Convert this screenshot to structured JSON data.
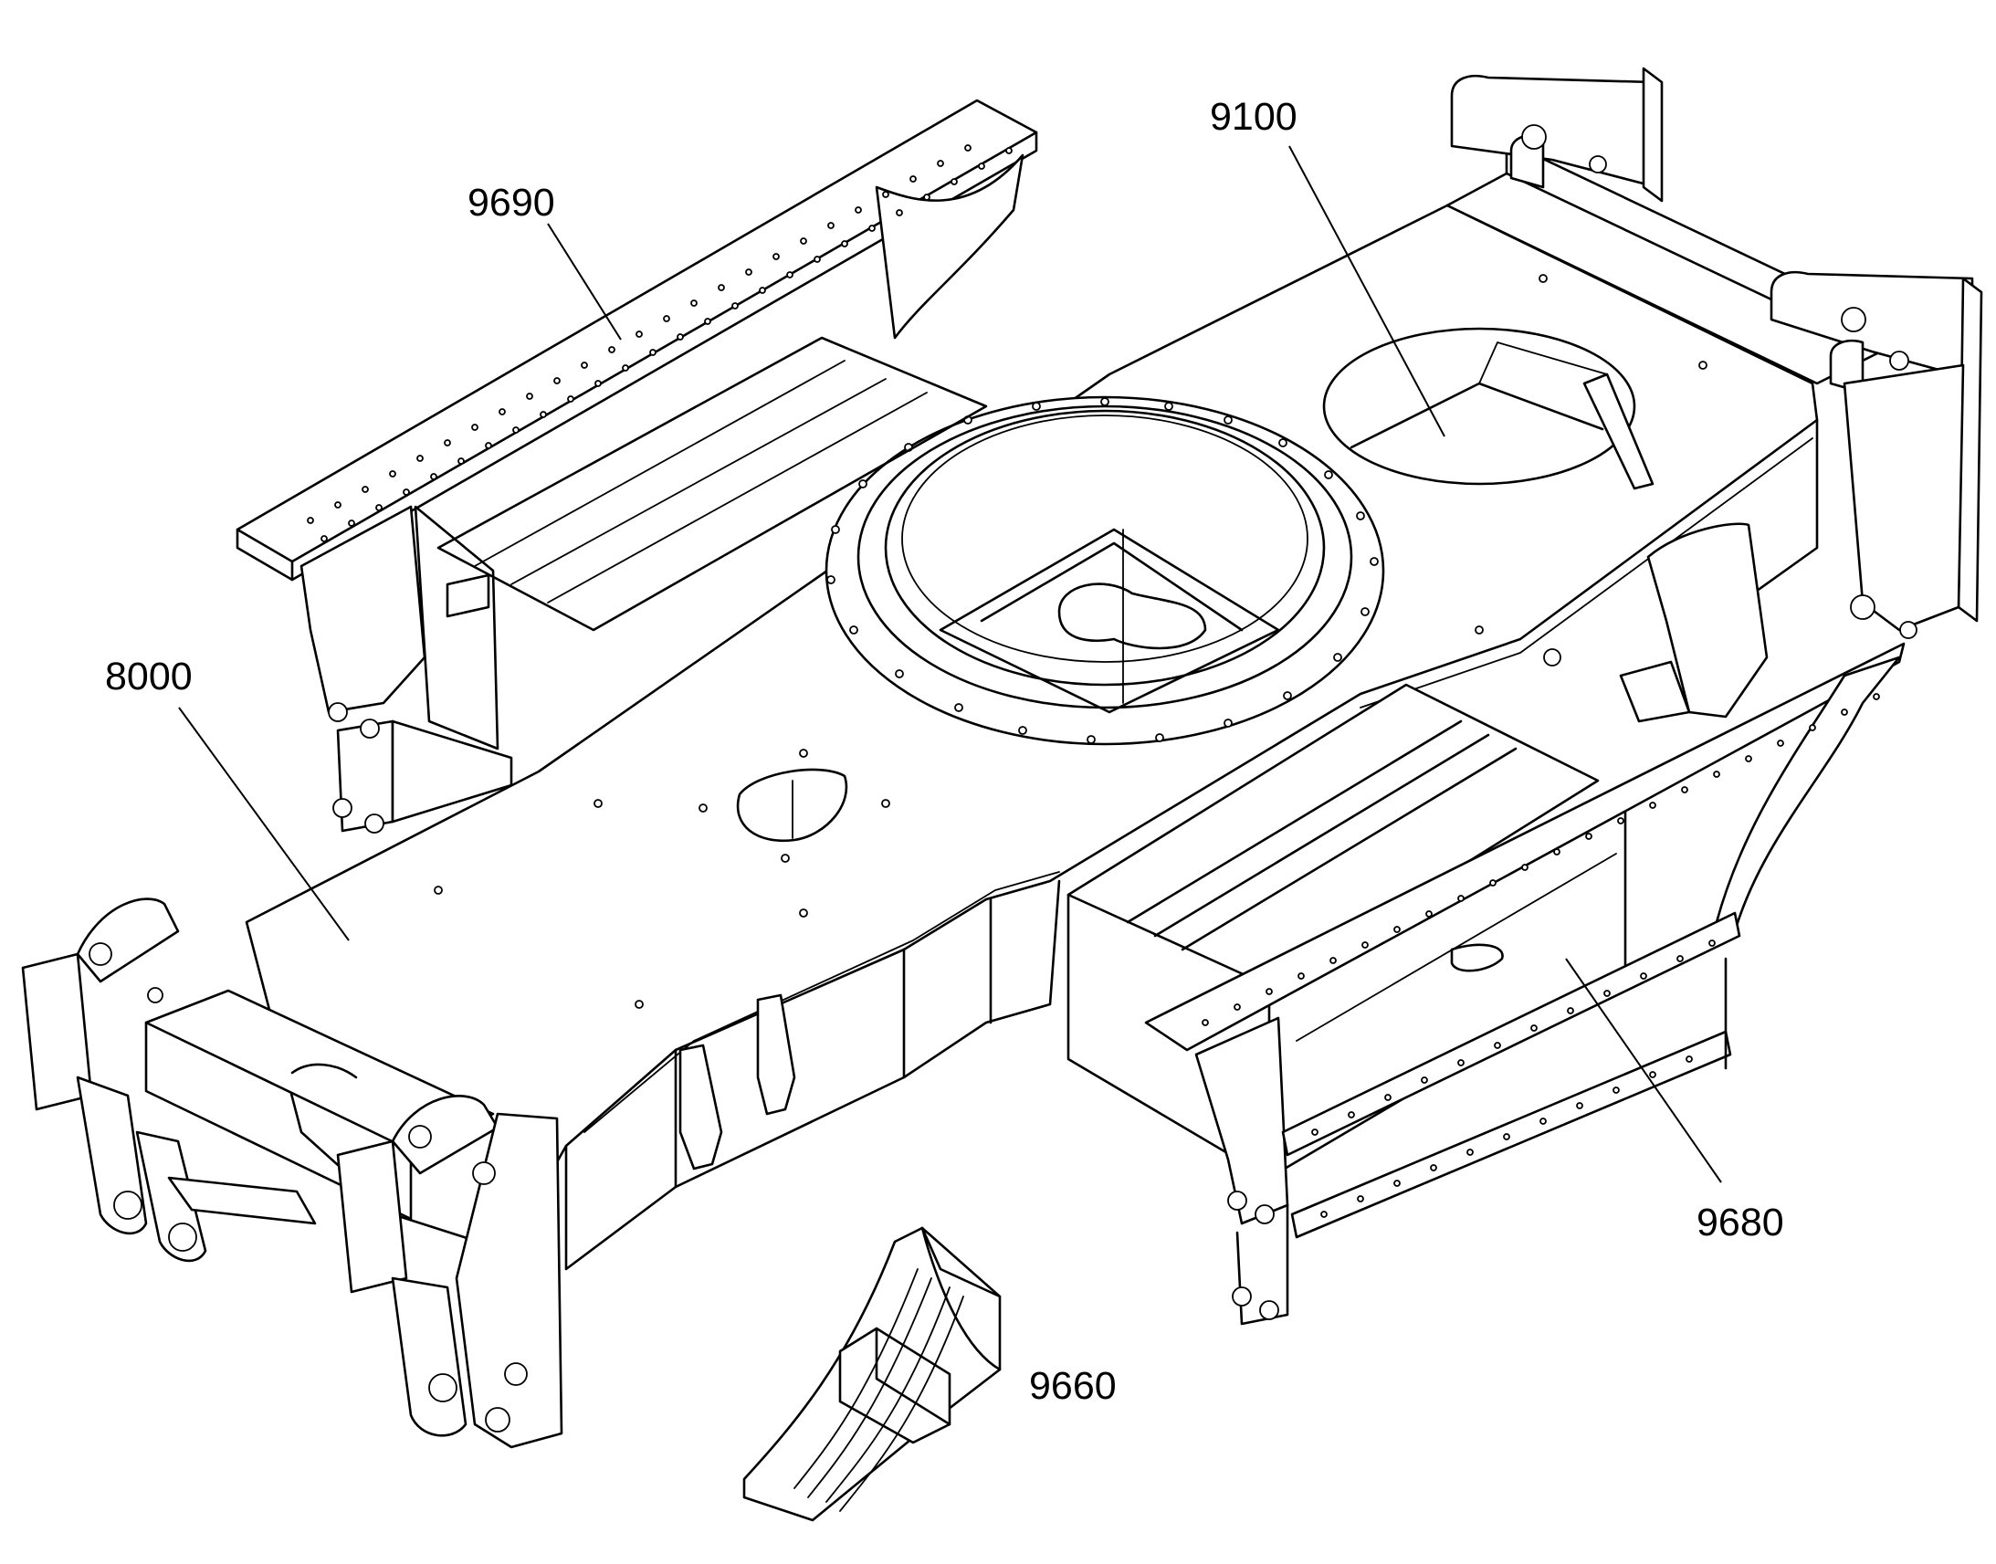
{
  "callouts": [
    {
      "id": "9690",
      "label": "9690",
      "part": "left-rear-step-platform"
    },
    {
      "id": "9100",
      "label": "9100",
      "part": "frame-top-cover-opening"
    },
    {
      "id": "8000",
      "label": "8000",
      "part": "chassis-frame"
    },
    {
      "id": "9680",
      "label": "9680",
      "part": "right-front-step-ladder"
    },
    {
      "id": "9660",
      "label": "9660",
      "part": "wheel-chock"
    }
  ],
  "colors": {
    "line": "#000000",
    "background": "#ffffff"
  }
}
